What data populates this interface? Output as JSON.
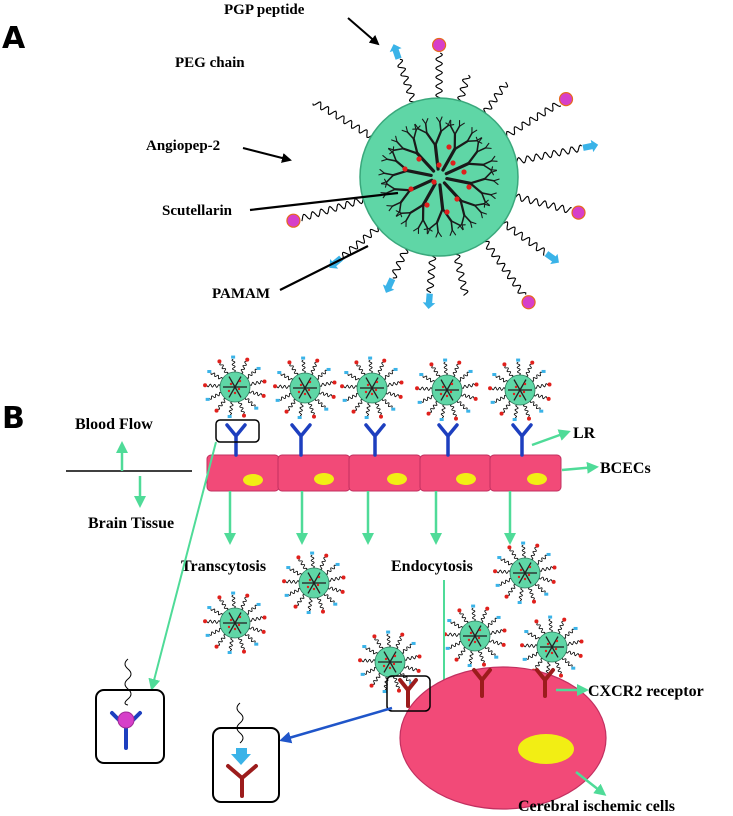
{
  "panel_a": {
    "letter": "A",
    "labels": {
      "pgp_peptide": "PGP peptide",
      "peg_chain": "PEG chain",
      "angiopep": "Angiopep-2",
      "scutellarin": "Scutellarin",
      "pamam": "PAMAM"
    }
  },
  "panel_b": {
    "letter": "B",
    "labels": {
      "blood_flow": "Blood Flow",
      "brain_tissue": "Brain Tissue",
      "lr": "LR",
      "bcecs": "BCECs",
      "transcytosis": "Transcytosis",
      "endocytosis": "Endocytosis",
      "cxcr2": "CXCR2 receptor",
      "cerebral": "Cerebral ischemic cells"
    }
  },
  "colors": {
    "core": "#5fd6a6",
    "dendrimer": "#1a1a1a",
    "drug_dot": "#e0201c",
    "angiopep": "#d63fc9",
    "pgp": "#3ab3e8",
    "lr_receptor": "#1d3fbf",
    "cxcr2_receptor": "#9c1c1c",
    "cell": "#f24a78",
    "nucleus": "#f2ee14",
    "arrow_green": "#4fdb98",
    "arrow_blue": "#1f55c9"
  }
}
